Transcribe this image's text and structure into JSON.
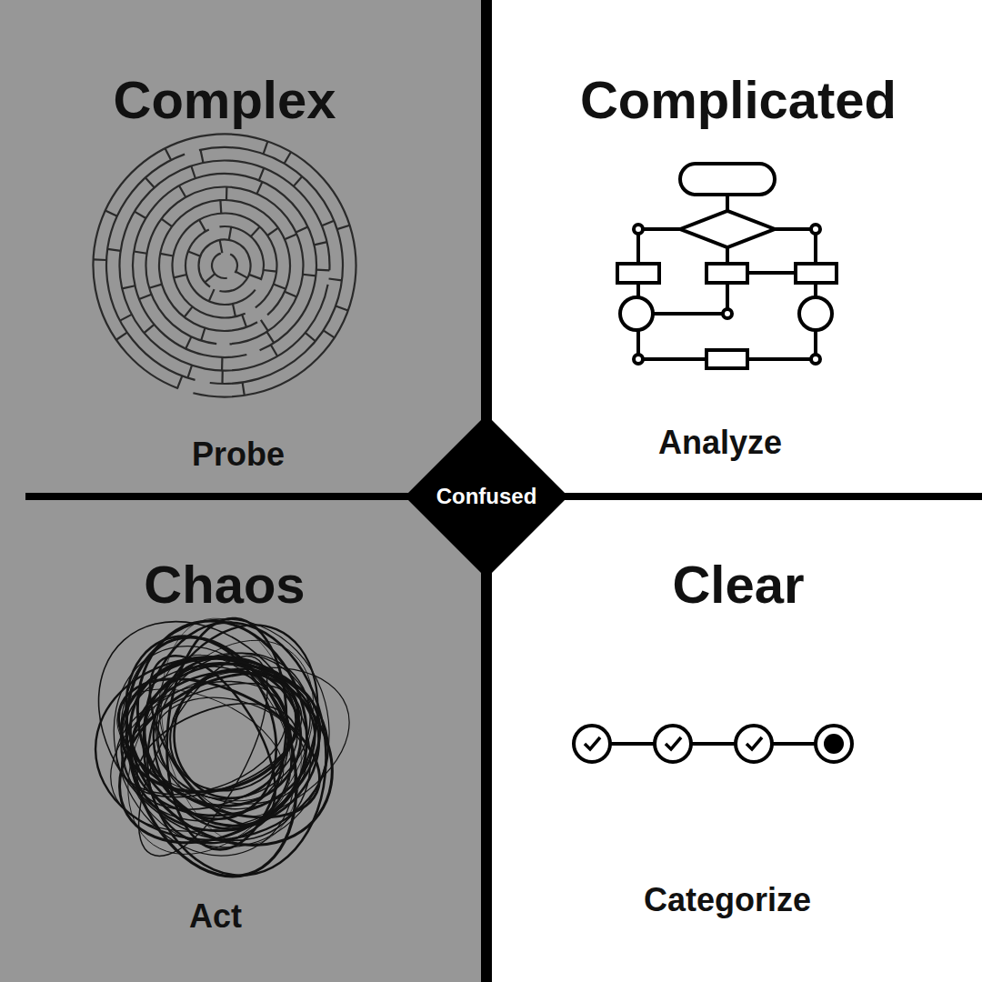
{
  "diagram": {
    "nodes": [
      {
        "text": [
          "Complex",
          "Probe"
        ]
      },
      {
        "text": [
          "Complicated",
          "Analyze"
        ]
      },
      {
        "text": [
          "Confused"
        ]
      },
      {
        "text": [
          "Chaos",
          "Act"
        ]
      },
      {
        "text": [
          "Clear",
          "Categorize"
        ]
      }
    ]
  }
}
